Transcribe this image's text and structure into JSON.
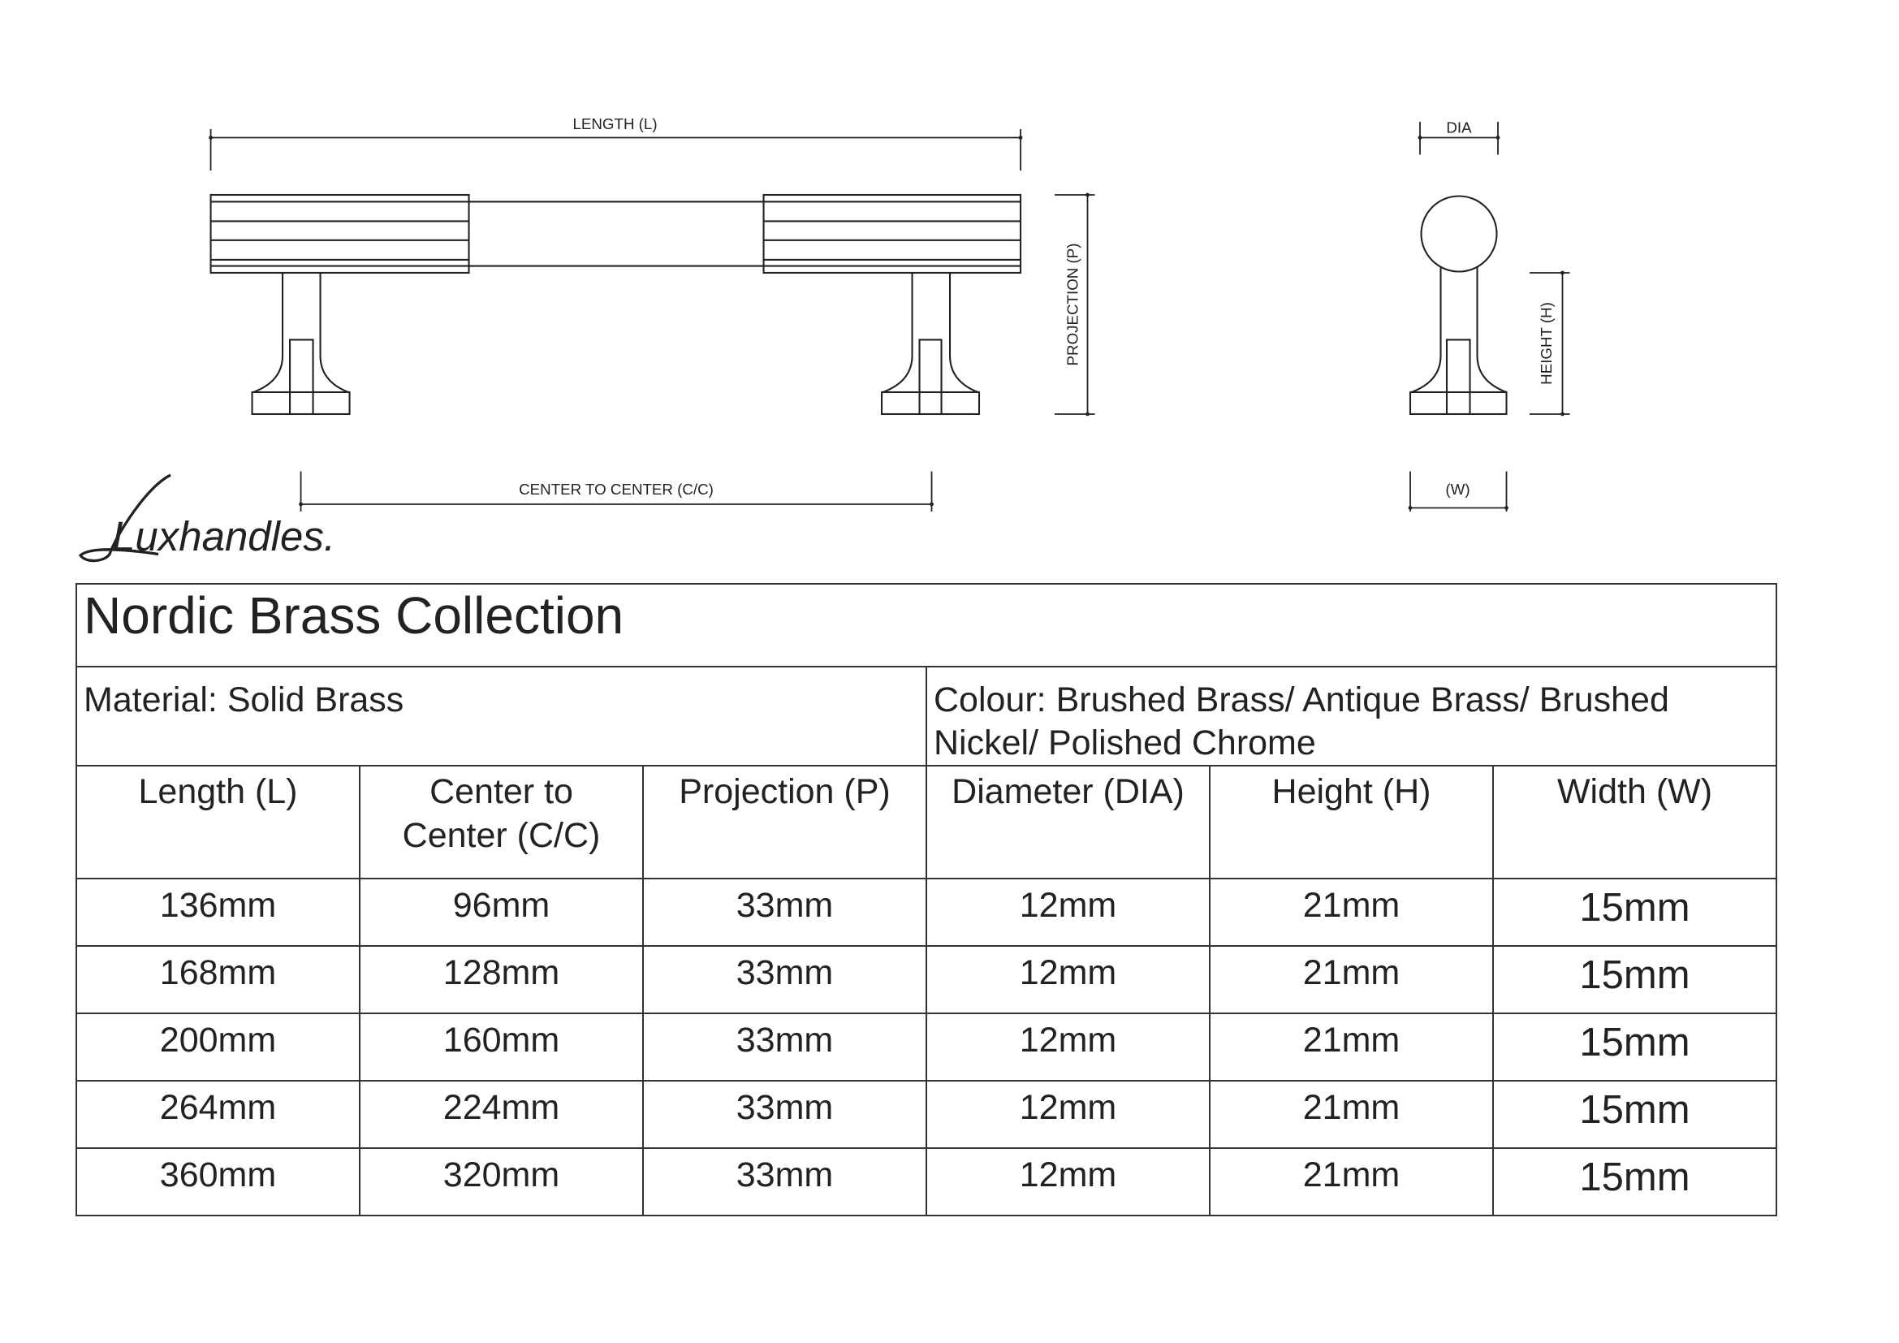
{
  "drawing": {
    "length_label": "LENGTH (L)",
    "cc_label": "CENTER TO CENTER (C/C)",
    "projection_label": "PROJECTION (P)",
    "dia_label": "DIA",
    "height_label": "HEIGHT (H)",
    "width_label": "(W)"
  },
  "logo": {
    "text": "Luxhandles."
  },
  "table": {
    "title": "Nordic Brass Collection",
    "material": "Material: Solid Brass",
    "colour": "Colour: Brushed Brass/ Antique Brass/ Brushed Nickel/ Polished Chrome",
    "headers": [
      "Length (L)",
      "Center to Center (C/C)",
      "Projection (P)",
      "Diameter (DIA)",
      "Height (H)",
      "Width (W)"
    ],
    "rows": [
      [
        "136mm",
        "96mm",
        "33mm",
        "12mm",
        "21mm",
        "15mm"
      ],
      [
        "168mm",
        "128mm",
        "33mm",
        "12mm",
        "21mm",
        "15mm"
      ],
      [
        "200mm",
        "160mm",
        "33mm",
        "12mm",
        "21mm",
        "15mm"
      ],
      [
        "264mm",
        "224mm",
        "33mm",
        "12mm",
        "21mm",
        "15mm"
      ],
      [
        "360mm",
        "320mm",
        "33mm",
        "12mm",
        "21mm",
        "15mm"
      ]
    ]
  }
}
